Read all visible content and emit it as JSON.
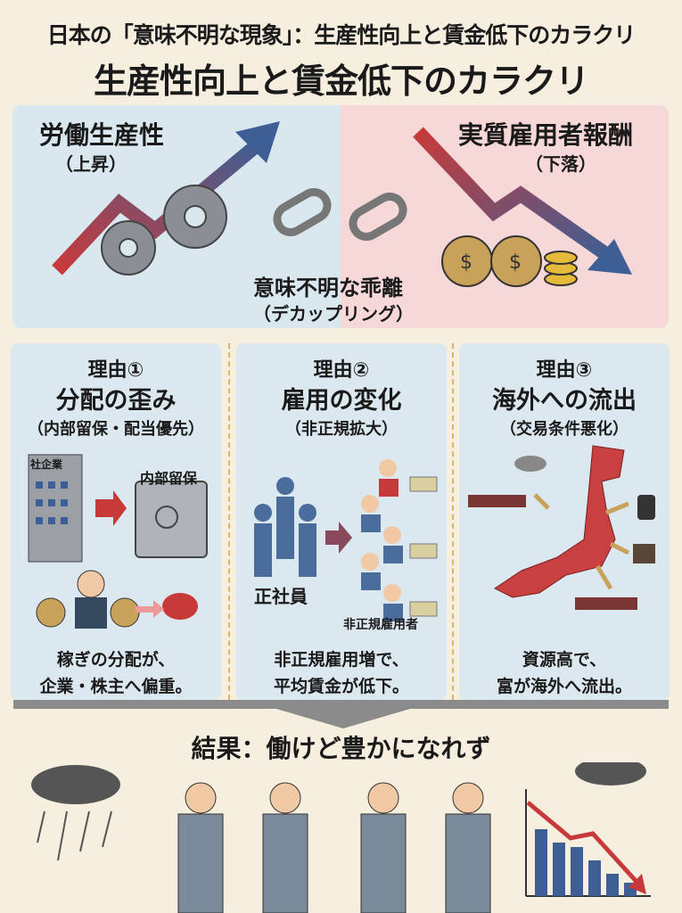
{
  "header": {
    "title": "日本の「意味不明な現象」：生産性向上と賃金低下のカラクリ",
    "subtitle": "生産性向上と賃金低下のカラクリ"
  },
  "top": {
    "left_title": "労働生産性",
    "left_sub": "（上昇）",
    "right_title": "実質雇用者報酬",
    "right_sub": "（下落）",
    "center_title": "意味不明な乖離",
    "center_sub": "（デカップリング）"
  },
  "reasons": [
    {
      "num": "理由①",
      "title": "分配の歪み",
      "sub": "（内部留保・配当優先）",
      "labels": [
        "社企業",
        "内部留保"
      ],
      "caption": [
        "稼ぎの分配が、",
        "企業・株主へ偏重。"
      ]
    },
    {
      "num": "理由②",
      "title": "雇用の変化",
      "sub": "（非正規拡大）",
      "labels": [
        "正社員",
        "非正規雇用者"
      ],
      "caption": [
        "非正規雇用増で、",
        "平均賃金が低下。"
      ]
    },
    {
      "num": "理由③",
      "title": "海外への流出",
      "sub": "（交易条件悪化）",
      "labels": [],
      "caption": [
        "資源高で、",
        "富が海外へ流出。"
      ]
    }
  ],
  "result": {
    "title": "結果：働けど豊かになれず"
  },
  "colors": {
    "background": "#f6eedf",
    "panel": "#dce8ef",
    "pink": "#f6d8d8",
    "red": "#c83a3a",
    "blue": "#3d5f95"
  }
}
